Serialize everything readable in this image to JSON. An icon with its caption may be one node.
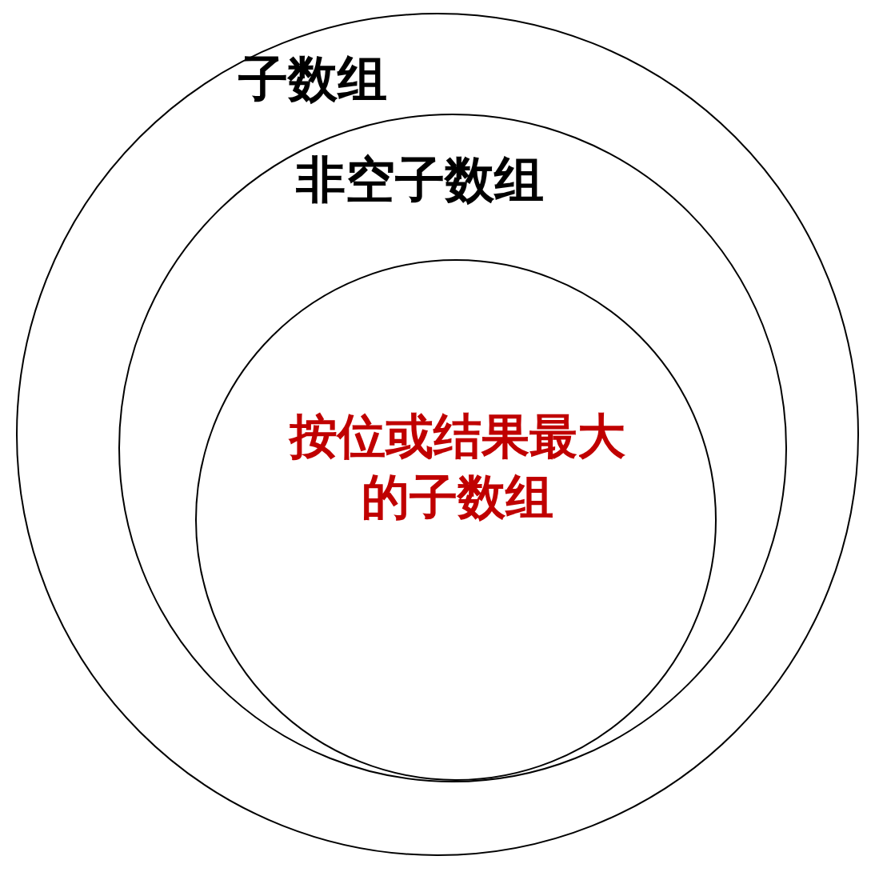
{
  "diagram": {
    "nodes": [
      {
        "text": [
          "子数组"
        ]
      },
      {
        "text": [
          "非空子数组"
        ],
        "in": 0
      },
      {
        "text": [
          "按位或结果最大的子数组"
        ],
        "in": 1
      }
    ]
  }
}
